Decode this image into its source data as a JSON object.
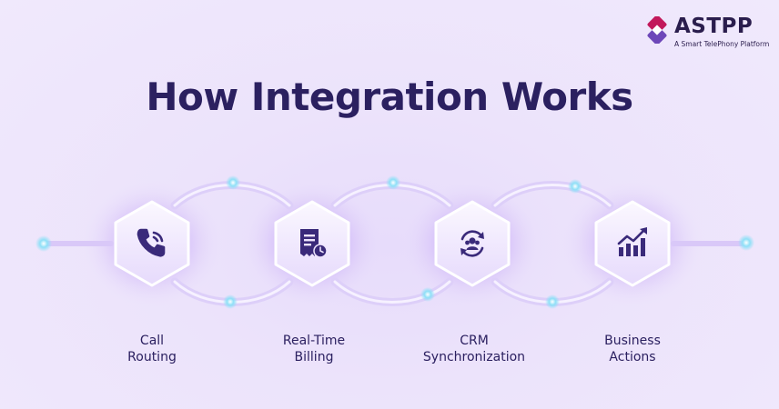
{
  "brand": {
    "name": "ASTPP",
    "tagline": "A Smart TelePhony Platform"
  },
  "title": "How Integration Works",
  "steps": [
    {
      "line1": "Call",
      "line2": "Routing",
      "icon": "phone-call-icon"
    },
    {
      "line1": "Real-Time",
      "line2": "Billing",
      "icon": "invoice-clock-icon"
    },
    {
      "line1": "CRM",
      "line2": "Synchronization",
      "icon": "user-sync-icon"
    },
    {
      "line1": "Business",
      "line2": "Actions",
      "icon": "growth-chart-icon"
    }
  ],
  "colors": {
    "title": "#2b2060",
    "icon": "#3a2a7a",
    "glow": "#b58cf5",
    "node": "#7fd6f5",
    "brand_mark_1": "#c2185b",
    "brand_mark_2": "#5e35b1"
  }
}
